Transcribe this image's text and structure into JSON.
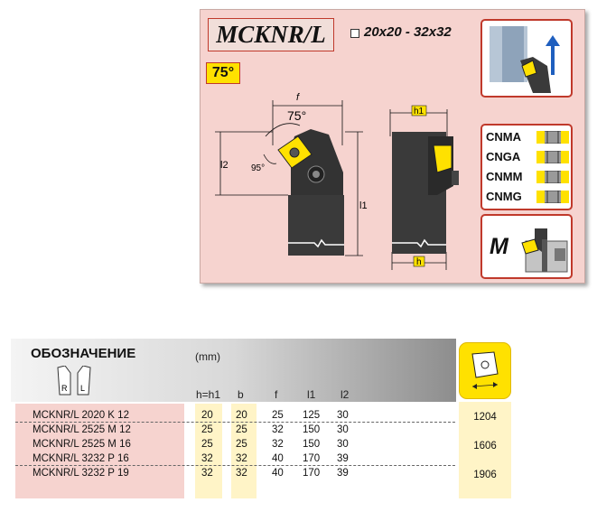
{
  "header": {
    "model": "MCKNR/L",
    "size_range": "20x20 - 32x32",
    "angle": "75°"
  },
  "drawing": {
    "dim_f": "f",
    "dim_angle": "75°",
    "dim_95": "95°",
    "dim_l2": "l2",
    "dim_l1": "l1",
    "dim_h1": "h1",
    "dim_h": "h"
  },
  "inserts": [
    "CNMA",
    "CNGA",
    "CNMM",
    "CNMG"
  ],
  "clamp_letter": "M",
  "table": {
    "designation_title": "ОБОЗНАЧЕНИЕ",
    "unit": "(mm)",
    "rl_left": "R",
    "rl_right": "L",
    "headers": [
      "h=h1",
      "b",
      "f",
      "l1",
      "l2"
    ],
    "rows": [
      {
        "code": "MCKNR/L 2020  K  12",
        "h": "20",
        "b": "20",
        "f": "25",
        "l1": "125",
        "l2": "30"
      },
      {
        "code": "MCKNR/L 2525  M  12",
        "h": "25",
        "b": "25",
        "f": "32",
        "l1": "150",
        "l2": "30"
      },
      {
        "code": "MCKNR/L 2525  M  16",
        "h": "25",
        "b": "25",
        "f": "32",
        "l1": "150",
        "l2": "30"
      },
      {
        "code": "MCKNR/L 3232  P  16",
        "h": "32",
        "b": "32",
        "f": "40",
        "l1": "170",
        "l2": "39"
      },
      {
        "code": "MCKNR/L 3232  P  19",
        "h": "32",
        "b": "32",
        "f": "40",
        "l1": "170",
        "l2": "39"
      }
    ],
    "insert_codes": [
      {
        "row": 0,
        "code": "1204"
      },
      {
        "row": 2,
        "code": "1606"
      },
      {
        "row": 4,
        "code": "1906"
      }
    ]
  },
  "colors": {
    "panel_pink": "#f6d3cf",
    "accent_red": "#c0392b",
    "insert_yellow": "#ffe100",
    "column_cream": "#fff4c7"
  }
}
